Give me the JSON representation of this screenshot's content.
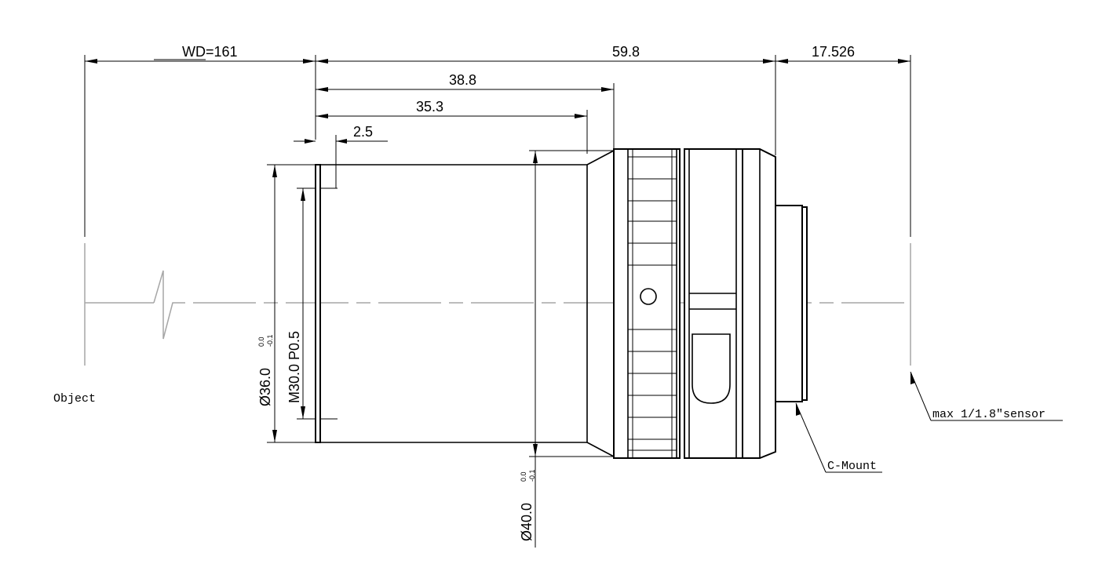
{
  "dimensions": {
    "working_distance": "WD=161",
    "total_length": "59.8",
    "back_focus": "17.526",
    "length_38": "38.8",
    "length_35": "35.3",
    "thread_length": "2.5",
    "dia_36_main": "Ø36.0",
    "dia_36_upper": "0.0",
    "dia_36_lower": "-0.1",
    "thread_spec": "M30.0 P0.5",
    "dia_40_main": "Ø40.0",
    "dia_40_upper": "0.0",
    "dia_40_lower": "-0.1"
  },
  "labels": {
    "object": "Object",
    "c_mount": "C-Mount",
    "sensor": "max 1/1.8″sensor"
  }
}
